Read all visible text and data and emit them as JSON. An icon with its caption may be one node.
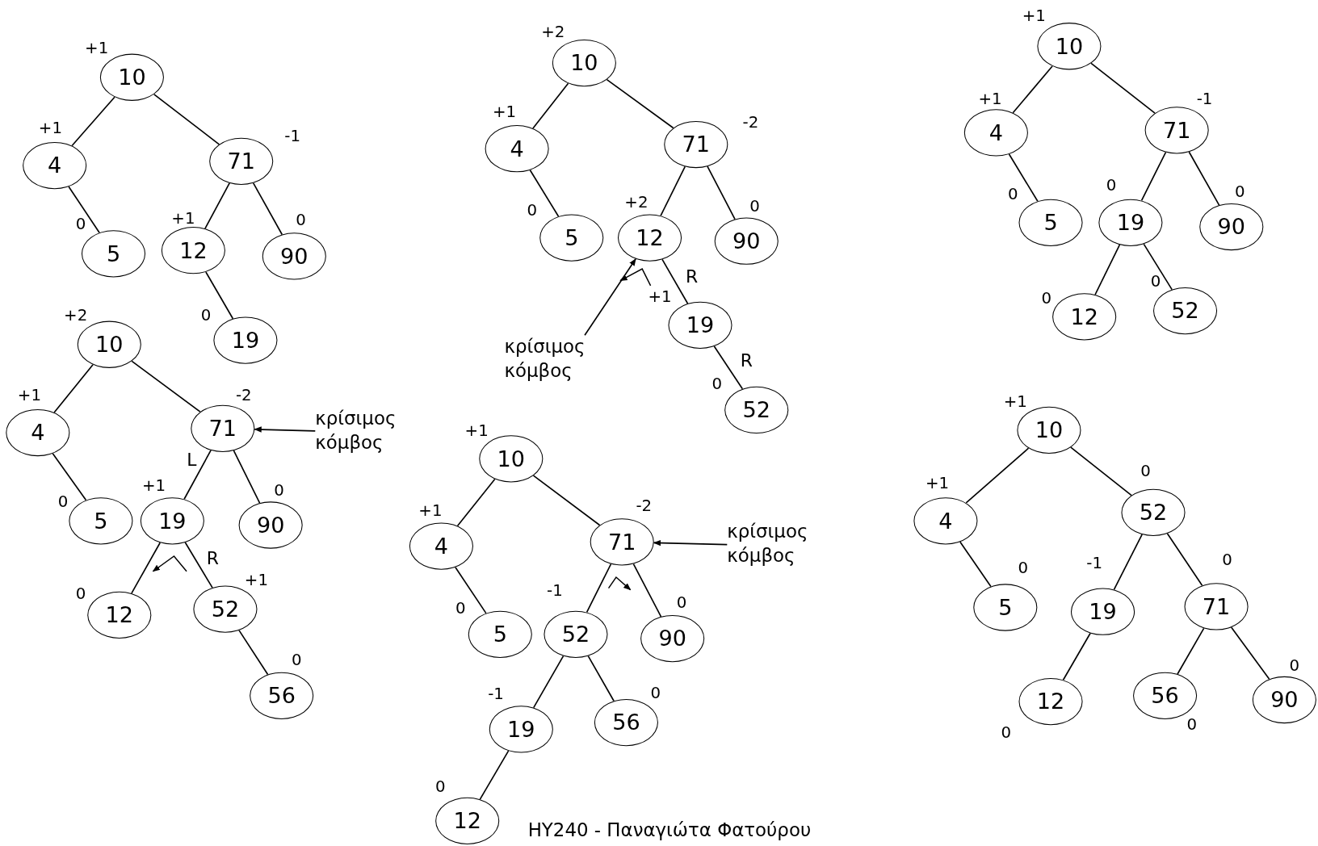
{
  "diagram": {
    "nodes": [
      {
        "text": [
          "10"
        ],
        "beside": [
          "+1"
        ]
      },
      {
        "text": [
          "4"
        ],
        "beside": [
          "+1"
        ]
      },
      {
        "text": [
          "71"
        ],
        "beside": [
          "-1"
        ]
      },
      {
        "text": [
          "5"
        ],
        "beside": [
          "0"
        ]
      },
      {
        "text": [
          "12"
        ],
        "beside": [
          "+1"
        ]
      },
      {
        "text": [
          "90"
        ],
        "beside": [
          "0"
        ]
      },
      {
        "text": [
          "19"
        ],
        "beside": [
          "0"
        ]
      },
      {
        "text": [
          "10"
        ],
        "beside": [
          "+2"
        ]
      },
      {
        "text": [
          "4"
        ],
        "beside": [
          "+1"
        ]
      },
      {
        "text": [
          "71"
        ],
        "beside": [
          "-2"
        ]
      },
      {
        "text": [
          "5"
        ],
        "beside": [
          "0"
        ]
      },
      {
        "text": [
          "12"
        ],
        "beside": [
          "+2"
        ]
      },
      {
        "text": [
          "90"
        ],
        "beside": [
          "0"
        ]
      },
      {
        "text": [
          "19"
        ],
        "beside": [
          "+1"
        ]
      },
      {
        "text": [
          "52"
        ],
        "beside": [
          "0"
        ]
      },
      {
        "text": [
          "κρίσιμος κόμβος"
        ]
      },
      {
        "text": [
          "10"
        ],
        "beside": [
          "+1"
        ]
      },
      {
        "text": [
          "4"
        ],
        "beside": [
          "+1"
        ]
      },
      {
        "text": [
          "71"
        ],
        "beside": [
          "-1"
        ]
      },
      {
        "text": [
          "5"
        ],
        "beside": [
          "0"
        ]
      },
      {
        "text": [
          "19"
        ],
        "beside": [
          "0"
        ]
      },
      {
        "text": [
          "90"
        ],
        "beside": [
          "0"
        ]
      },
      {
        "text": [
          "12"
        ],
        "beside": [
          "0"
        ]
      },
      {
        "text": [
          "52"
        ],
        "beside": [
          "0"
        ]
      },
      {
        "text": [
          "10"
        ],
        "beside": [
          "+2"
        ]
      },
      {
        "text": [
          "4"
        ],
        "beside": [
          "+1"
        ]
      },
      {
        "text": [
          "71"
        ],
        "beside": [
          "-2"
        ]
      },
      {
        "text": [
          "5"
        ],
        "beside": [
          "0"
        ]
      },
      {
        "text": [
          "19"
        ],
        "beside": [
          "+1"
        ]
      },
      {
        "text": [
          "90"
        ],
        "beside": [
          "0"
        ]
      },
      {
        "text": [
          "12"
        ],
        "beside": [
          "0"
        ]
      },
      {
        "text": [
          "52"
        ],
        "beside": [
          "+1"
        ]
      },
      {
        "text": [
          "56"
        ],
        "beside": [
          "0"
        ]
      },
      {
        "text": [
          "κρίσιμος κόμβος"
        ]
      },
      {
        "text": [
          "10"
        ],
        "beside": [
          "+1"
        ]
      },
      {
        "text": [
          "4"
        ],
        "beside": [
          "+1"
        ]
      },
      {
        "text": [
          "71"
        ],
        "beside": [
          "-2"
        ]
      },
      {
        "text": [
          "5"
        ],
        "beside": [
          "0"
        ]
      },
      {
        "text": [
          "52"
        ],
        "beside": [
          "-1"
        ]
      },
      {
        "text": [
          "90"
        ],
        "beside": [
          "0"
        ]
      },
      {
        "text": [
          "19"
        ],
        "beside": [
          "-1"
        ]
      },
      {
        "text": [
          "56"
        ],
        "beside": [
          "0"
        ]
      },
      {
        "text": [
          "12"
        ],
        "beside": [
          "0"
        ]
      },
      {
        "text": [
          "κρίσιμος κόμβος"
        ]
      },
      {
        "text": [
          "10"
        ],
        "beside": [
          "+1"
        ]
      },
      {
        "text": [
          "4"
        ],
        "beside": [
          "+1"
        ]
      },
      {
        "text": [
          "52"
        ],
        "beside": [
          "0"
        ]
      },
      {
        "text": [
          "5"
        ],
        "beside": [
          "0"
        ]
      },
      {
        "text": [
          "19"
        ],
        "beside": [
          "-1"
        ]
      },
      {
        "text": [
          "71"
        ],
        "beside": [
          "0"
        ]
      },
      {
        "text": [
          "12"
        ],
        "beside": [
          "0"
        ]
      },
      {
        "text": [
          "56"
        ],
        "beside": [
          "0"
        ]
      },
      {
        "text": [
          "90"
        ],
        "beside": [
          "0"
        ]
      }
    ],
    "edges": [
      {
        "from": 0,
        "to": 1,
        "arrow": "none"
      },
      {
        "from": 0,
        "to": 2,
        "arrow": "none"
      },
      {
        "from": 1,
        "to": 3,
        "arrow": "none"
      },
      {
        "from": 2,
        "to": 4,
        "arrow": "none"
      },
      {
        "from": 2,
        "to": 5,
        "arrow": "none"
      },
      {
        "from": 4,
        "to": 6,
        "arrow": "none"
      },
      {
        "from": 7,
        "to": 8,
        "arrow": "none"
      },
      {
        "from": 7,
        "to": 9,
        "arrow": "none"
      },
      {
        "from": 8,
        "to": 10,
        "arrow": "none"
      },
      {
        "from": 9,
        "to": 11,
        "arrow": "none"
      },
      {
        "from": 9,
        "to": 12,
        "arrow": "none"
      },
      {
        "from": 11,
        "to": 13,
        "arrow": "none",
        "label": "R"
      },
      {
        "from": 13,
        "to": 14,
        "arrow": "none",
        "label": "R"
      },
      {
        "from": 15,
        "to": 11,
        "arrow": "to"
      },
      {
        "from": 16,
        "to": 17,
        "arrow": "none"
      },
      {
        "from": 16,
        "to": 18,
        "arrow": "none"
      },
      {
        "from": 17,
        "to": 19,
        "arrow": "none"
      },
      {
        "from": 18,
        "to": 20,
        "arrow": "none"
      },
      {
        "from": 18,
        "to": 21,
        "arrow": "none"
      },
      {
        "from": 20,
        "to": 22,
        "arrow": "none"
      },
      {
        "from": 20,
        "to": 23,
        "arrow": "none"
      },
      {
        "from": 24,
        "to": 25,
        "arrow": "none"
      },
      {
        "from": 24,
        "to": 26,
        "arrow": "none"
      },
      {
        "from": 25,
        "to": 27,
        "arrow": "none"
      },
      {
        "from": 26,
        "to": 28,
        "arrow": "none",
        "label": "L"
      },
      {
        "from": 26,
        "to": 29,
        "arrow": "none"
      },
      {
        "from": 28,
        "to": 30,
        "arrow": "none"
      },
      {
        "from": 28,
        "to": 31,
        "arrow": "none",
        "label": "R"
      },
      {
        "from": 31,
        "to": 32,
        "arrow": "none"
      },
      {
        "from": 33,
        "to": 26,
        "arrow": "to"
      },
      {
        "from": 34,
        "to": 35,
        "arrow": "none"
      },
      {
        "from": 34,
        "to": 36,
        "arrow": "none"
      },
      {
        "from": 35,
        "to": 37,
        "arrow": "none"
      },
      {
        "from": 36,
        "to": 38,
        "arrow": "none"
      },
      {
        "from": 36,
        "to": 39,
        "arrow": "none"
      },
      {
        "from": 38,
        "to": 40,
        "arrow": "none"
      },
      {
        "from": 38,
        "to": 41,
        "arrow": "none"
      },
      {
        "from": 40,
        "to": 42,
        "arrow": "none"
      },
      {
        "from": 43,
        "to": 36,
        "arrow": "to"
      },
      {
        "from": 44,
        "to": 45,
        "arrow": "none"
      },
      {
        "from": 44,
        "to": 46,
        "arrow": "none"
      },
      {
        "from": 45,
        "to": 47,
        "arrow": "none"
      },
      {
        "from": 46,
        "to": 48,
        "arrow": "none"
      },
      {
        "from": 46,
        "to": 49,
        "arrow": "none"
      },
      {
        "from": 48,
        "to": 50,
        "arrow": "none"
      },
      {
        "from": 49,
        "to": 51,
        "arrow": "none"
      },
      {
        "from": 49,
        "to": 52,
        "arrow": "none"
      }
    ],
    "labels": [
      "ΗΥ240 - Παναγιώτα Φατούρου"
    ]
  }
}
